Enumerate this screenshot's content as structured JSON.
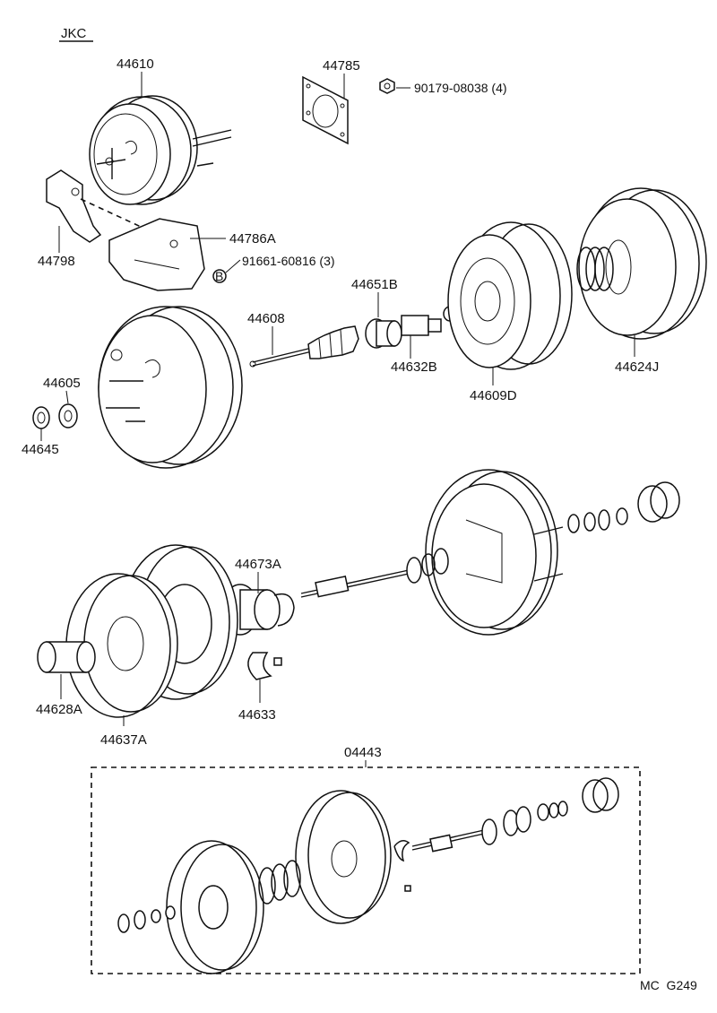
{
  "header": {
    "model_code": "JKC"
  },
  "footer": {
    "figure_code": "MC  G249"
  },
  "callouts": {
    "p44610": "44610",
    "p44785": "44785",
    "p90179": "90179-08038 (4)",
    "p44786A": "44786A",
    "p44798": "44798",
    "p91661": "91661-60816 (3)",
    "pB": "B",
    "p44651B": "44651B",
    "p44608": "44608",
    "p44632B": "44632B",
    "p44609D": "44609D",
    "p44624J": "44624J",
    "p44605": "44605",
    "p44645": "44645",
    "p44673A": "44673A",
    "p44628A": "44628A",
    "p44637A": "44637A",
    "p44633": "44633",
    "p04443": "04443"
  }
}
